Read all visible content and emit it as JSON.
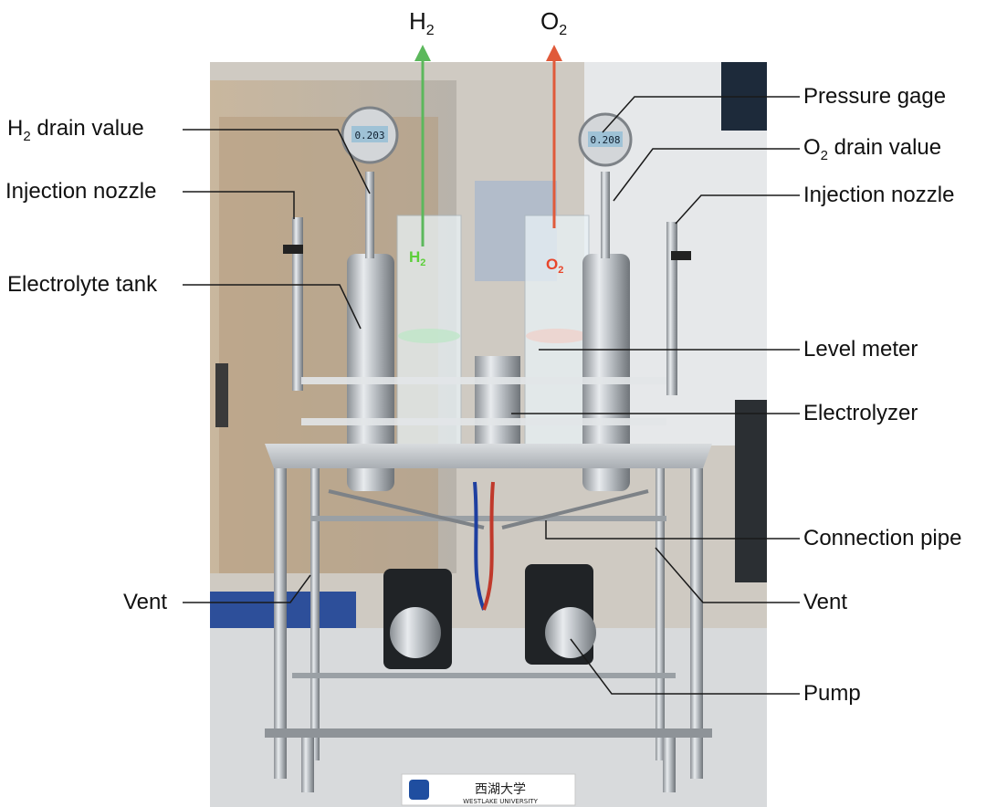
{
  "colors": {
    "h2_arrow": "#5cb85c",
    "o2_arrow": "#e05a3a",
    "h2_tag": "#5ccf3a",
    "o2_tag": "#e8452b",
    "leader": "#1a1a1a"
  },
  "gases": {
    "h2": {
      "base": "H",
      "sub": "2"
    },
    "o2": {
      "base": "O",
      "sub": "2"
    }
  },
  "tags": {
    "h2": {
      "base": "H",
      "sub": "2"
    },
    "o2": {
      "base": "O",
      "sub": "2"
    }
  },
  "labels_left": {
    "h2_drain": {
      "base": "H",
      "sub": "2",
      "rest": " drain value"
    },
    "injection_nozzle": "Injection nozzle",
    "electrolyte_tank": "Electrolyte tank",
    "vent": "Vent"
  },
  "labels_right": {
    "pressure_gage": "Pressure gage",
    "o2_drain": {
      "base": "O",
      "sub": "2",
      "rest": " drain value"
    },
    "injection_nozzle": "Injection nozzle",
    "level_meter": "Level meter",
    "electrolyzer": "Electrolyzer",
    "connection_pipe": "Connection pipe",
    "vent": "Vent",
    "pump": "Pump"
  },
  "gauges": {
    "left_reading": "0.203",
    "right_reading": "0.208"
  },
  "logo": {
    "name": "西湖大学",
    "english": "WESTLAKE UNIVERSITY"
  }
}
